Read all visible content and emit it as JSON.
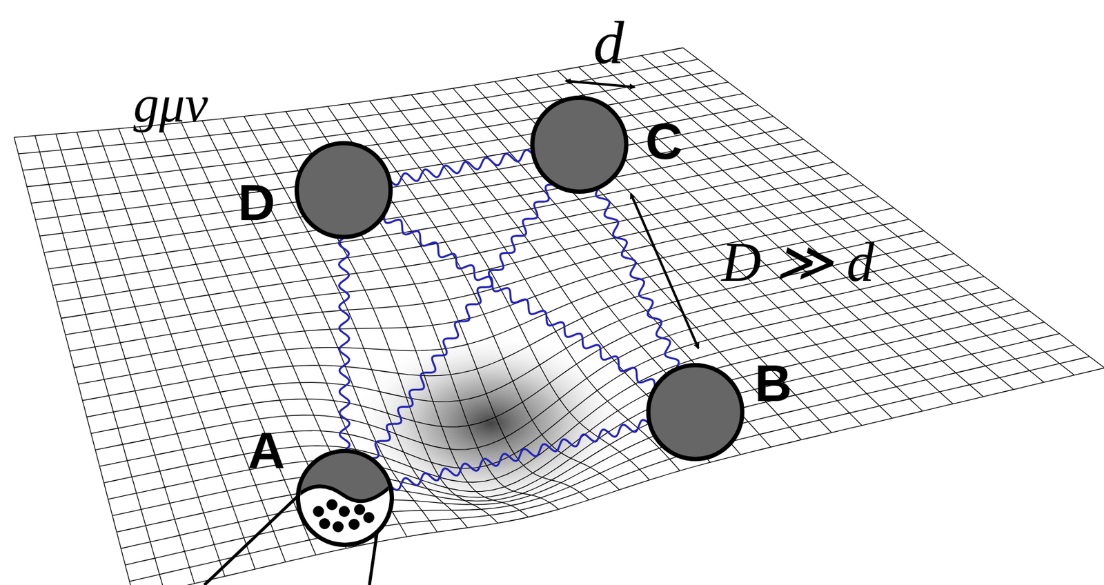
{
  "diagram": {
    "nodes": [
      {
        "text": [
          "D"
        ]
      },
      {
        "text": [
          "C"
        ]
      },
      {
        "text": [
          "B"
        ]
      },
      {
        "text": [
          "A"
        ]
      }
    ],
    "edges": [
      {
        "from": 0,
        "to": 1,
        "arrow": "none"
      },
      {
        "from": 0,
        "to": 3,
        "arrow": "none"
      },
      {
        "from": 1,
        "to": 2,
        "arrow": "none"
      },
      {
        "from": 3,
        "to": 2,
        "arrow": "none"
      },
      {
        "from": 0,
        "to": 2,
        "arrow": "none"
      },
      {
        "from": 1,
        "to": 3,
        "arrow": "none"
      }
    ],
    "labels": [
      "gμν",
      "d",
      "D ≫ d"
    ]
  }
}
